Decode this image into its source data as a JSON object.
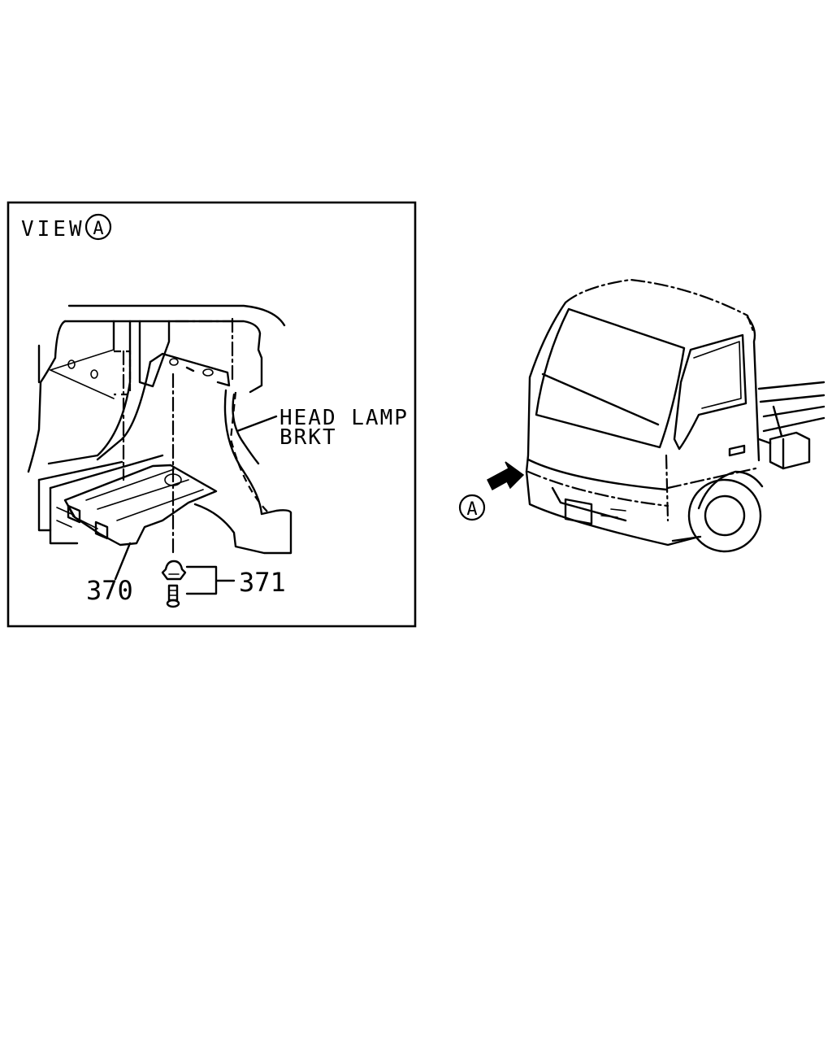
{
  "view_label": {
    "word": "VIEW",
    "letter": "A"
  },
  "callouts": {
    "head_lamp_line1": "HEAD LAMP",
    "head_lamp_line2": "BRKT",
    "part_370": "370",
    "part_371": "371",
    "arrow_marker": "A"
  },
  "colors": {
    "ink": "#000000",
    "paper": "#ffffff"
  }
}
